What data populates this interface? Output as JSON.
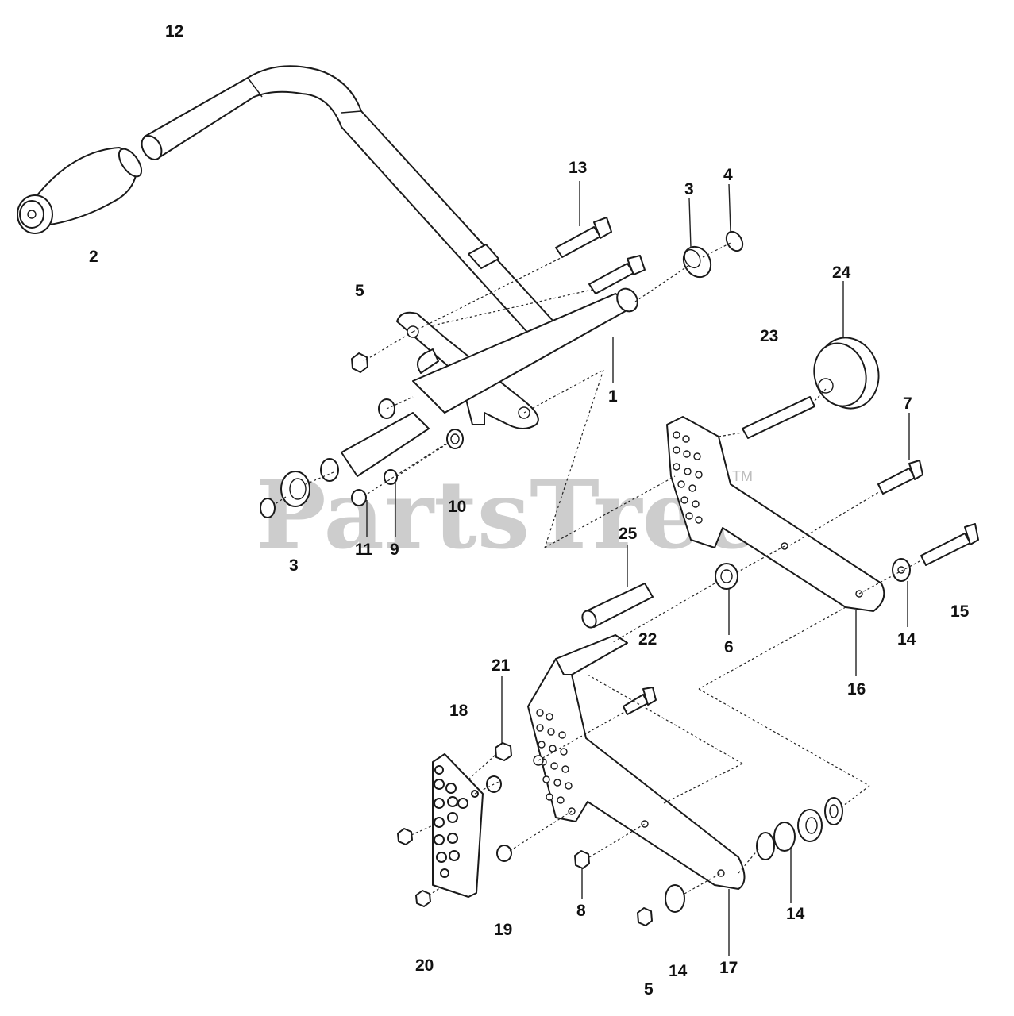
{
  "watermark": {
    "text": "PartsTree",
    "trademark": "TM"
  },
  "callouts": [
    "12",
    "2",
    "13",
    "3",
    "4",
    "24",
    "5",
    "23",
    "1",
    "7",
    "10",
    "11",
    "9",
    "3",
    "25",
    "15",
    "22",
    "6",
    "14",
    "16",
    "21",
    "18",
    "8",
    "14",
    "19",
    "20",
    "14",
    "5",
    "17"
  ],
  "colors": {
    "line": "#1a1a1a",
    "watermark": "#bdbdbd",
    "background": "#ffffff"
  }
}
